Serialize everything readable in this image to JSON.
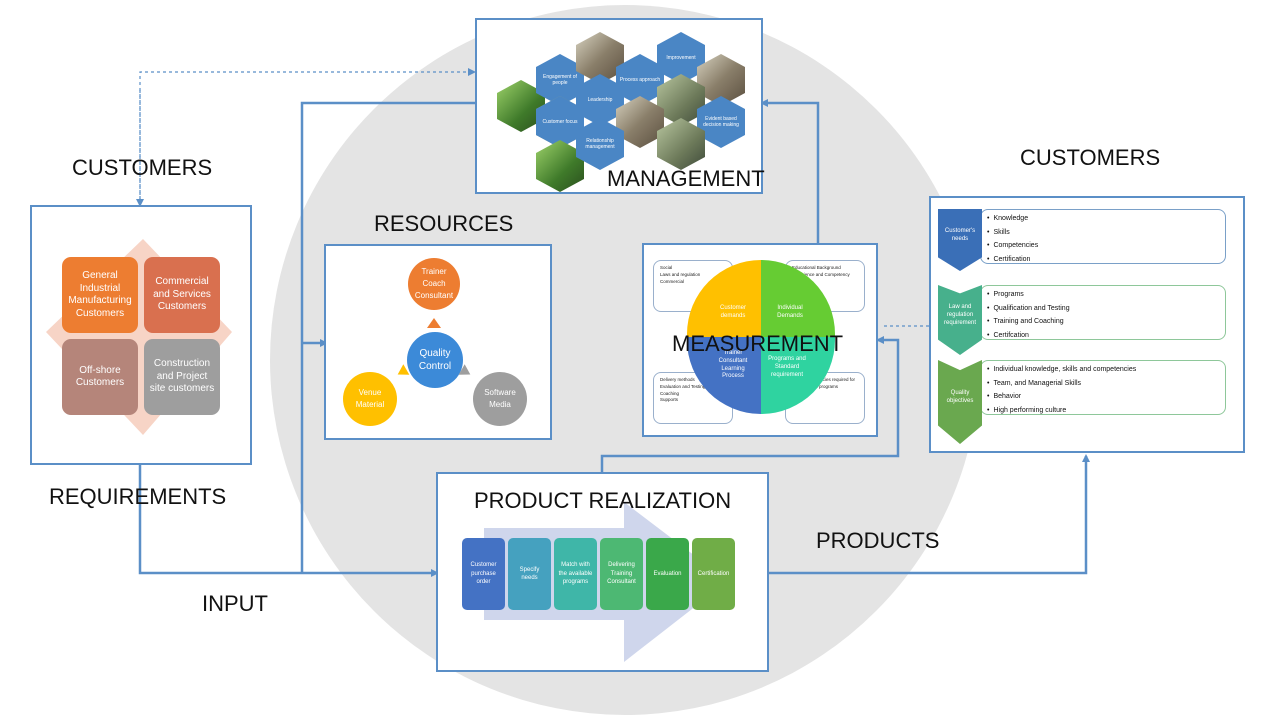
{
  "labels": {
    "customers_left": "CUSTOMERS",
    "customers_right": "CUSTOMERS",
    "requirements": "REQUIREMENTS",
    "input": "INPUT",
    "management": "MANAGEMENT",
    "resources": "RESOURCES",
    "measurement": "MEASUREMENT",
    "product_realization": "PRODUCT REALIZATION",
    "products": "PRODUCTS"
  },
  "customer_segments": [
    {
      "text": "General\nIndustrial\nManufacturing\nCustomers",
      "color": "#ed7d31"
    },
    {
      "text": "Commercial\nand Services\nCustomers",
      "color": "#d9704f"
    },
    {
      "text": "Off-shore\nCustomers",
      "color": "#b5857a"
    },
    {
      "text": "Construction\nand Project\nsite customers",
      "color": "#9e9e9e"
    }
  ],
  "management_principles": [
    "Engagement of people",
    "Process approach",
    "Improvement",
    "Leadership",
    "Customer focus",
    "Evident based decision making",
    "Relationship management"
  ],
  "resources": {
    "center": "Quality\nControl",
    "top": "Trainer\nCoach\nConsultant",
    "left": "Venue\nMaterial",
    "right": "Software\nMedia"
  },
  "measurement": {
    "top_left_items": [
      "Social",
      "Laws and regulation",
      "Commercial"
    ],
    "top_right_items": [
      "Educational Background",
      "Experience and Competency"
    ],
    "bottom_left_items": [
      "Delivery methods",
      "Evaluation and Testing",
      "Coaching",
      "Supports"
    ],
    "bottom_right_items": [
      "Core competencies required for complete the programs"
    ],
    "q_top_left": "Customer\ndemands",
    "q_top_right": "Individual\nDemands",
    "q_bottom_left": "Trainer\nConsultant\nLearning\nProcess",
    "q_bottom_right": "Programs and\nStandard\nrequirement"
  },
  "customer_needs": [
    {
      "label": "Customer's\nneeds",
      "color": "#3a6fb7",
      "items": [
        "Knowledge",
        "Skills",
        "Competencies",
        "Certification"
      ]
    },
    {
      "label": "Law and\nregulation\nrequirement",
      "color": "#47b08c",
      "items": [
        "Programs",
        "Qualification and Testing",
        "Training and Coaching",
        "Certifcation"
      ]
    },
    {
      "label": "Quality\nobjectives",
      "color": "#6aa84f",
      "items": [
        "Individual knowledge, skills and competencies",
        "Team, and Managerial Skills",
        "Behavior",
        "High performing culture"
      ]
    }
  ],
  "realization_steps": [
    {
      "text": "Customer\npurchase\norder",
      "color": "#4472c4"
    },
    {
      "text": "Specify\nneeds",
      "color": "#45a1bf"
    },
    {
      "text": "Match with\nthe available\nprograms",
      "color": "#3fb6a8"
    },
    {
      "text": "Delivering\nTraining\nConsultant",
      "color": "#4db873"
    },
    {
      "text": "Evaluation",
      "color": "#3aa84a"
    },
    {
      "text": "Certification",
      "color": "#70ad47"
    }
  ],
  "colors": {
    "line": "#5b8fc7",
    "circle": "#e4e4e4"
  }
}
